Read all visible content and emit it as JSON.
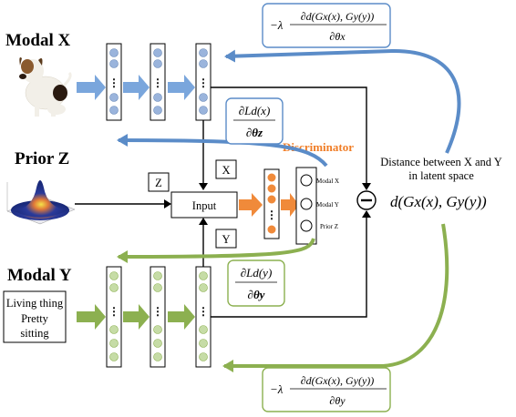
{
  "labels": {
    "modal_x": "Modal X",
    "modal_y": "Modal Y",
    "prior_z": "Prior Z",
    "discriminator": "Discriminator",
    "input": "Input",
    "x_box": "X",
    "y_box": "Y",
    "z_box": "Z",
    "disc_out_x": "Modal X",
    "disc_out_y": "Modal Y",
    "disc_out_z": "Prior Z",
    "distance_line1": "Distance between X and Y",
    "distance_line2": "in latent space",
    "text_line1": "Living thing",
    "text_line2": "Pretty",
    "text_line3": "sitting"
  },
  "formulas": {
    "minus_lambda": "−λ",
    "distance_num": "∂d(Gx(x), Gy(y))",
    "dtheta_x": "∂θx",
    "dtheta_y": "∂θy",
    "dld_x": "∂Ld(x)",
    "dld_y": "∂Ld(y)",
    "dtheta_z": "∂θz",
    "dtheta_y_bold": "∂θy",
    "distance_expr": "d(Gx(x), Gy(y))",
    "minus_op": "−"
  },
  "colors": {
    "blue": "#5b8cc8",
    "blue_node": "#9ab4dc",
    "green": "#8cb050",
    "green_node": "#c6dca6",
    "orange": "#f08a3a",
    "discriminator_text": "#f07d26"
  }
}
